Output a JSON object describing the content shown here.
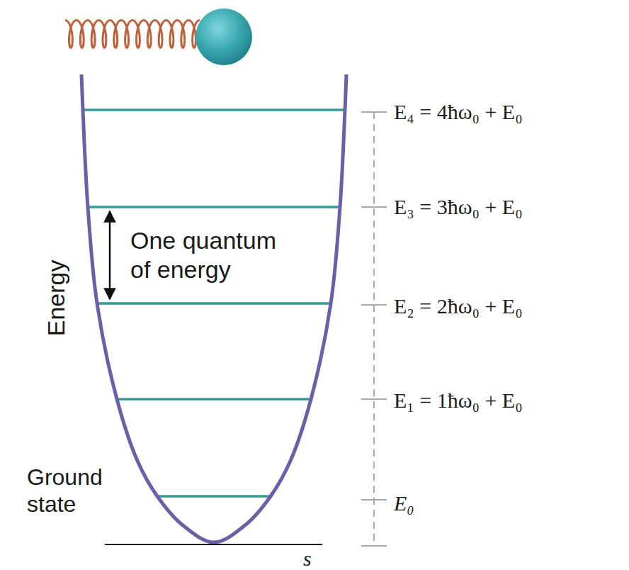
{
  "diagram": {
    "labels": [
      "Energy",
      "One quantum of energy",
      "Ground state",
      "E₄ = 4ħω₀ + E₀",
      "E₃ = 3ħω₀ + E₀",
      "E₂ = 2ħω₀ + E₀",
      "E₁ = 1ħω₀ + E₀",
      "E₀",
      "s"
    ]
  }
}
